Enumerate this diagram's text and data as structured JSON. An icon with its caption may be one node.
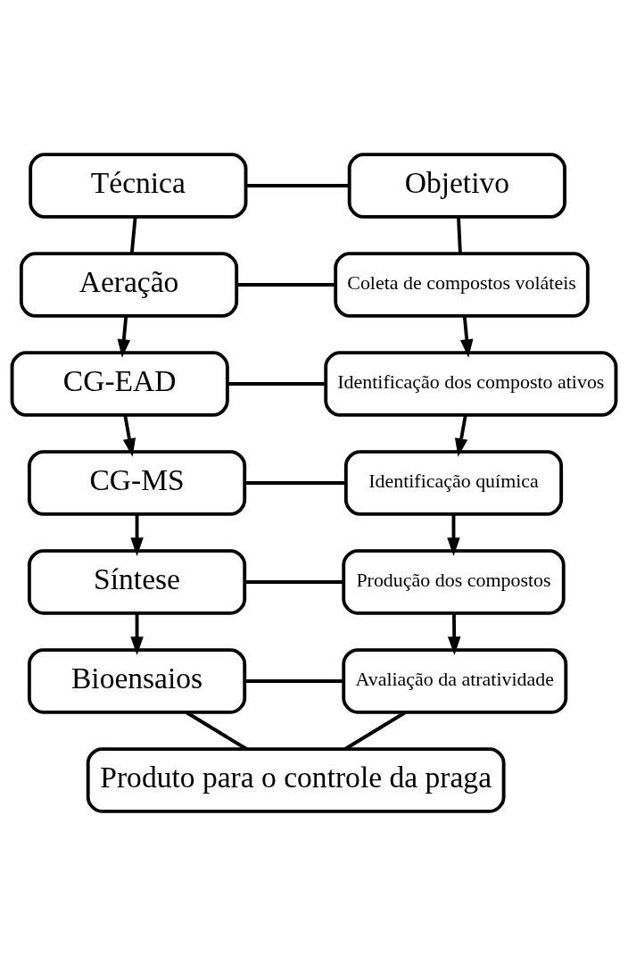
{
  "diagram": {
    "nodes": [
      {
        "text": [
          "Técnica"
        ]
      },
      {
        "text": [
          "Objetivo"
        ]
      },
      {
        "text": [
          "Aeração"
        ]
      },
      {
        "text": [
          "Coleta de compostos voláteis"
        ]
      },
      {
        "text": [
          "CG-EAD"
        ]
      },
      {
        "text": [
          "Identificação dos composto ativos"
        ]
      },
      {
        "text": [
          "CG-MS"
        ]
      },
      {
        "text": [
          "Identificação química"
        ]
      },
      {
        "text": [
          "Síntese"
        ]
      },
      {
        "text": [
          "Produção dos compostos"
        ]
      },
      {
        "text": [
          "Bioensaios"
        ]
      },
      {
        "text": [
          "Avaliação da atratividade"
        ]
      },
      {
        "text": [
          "Produto para o controle da praga"
        ]
      }
    ],
    "edges": [
      {
        "from": 0,
        "to": 1,
        "arrow": "none"
      },
      {
        "from": 0,
        "to": 2,
        "arrow": "none"
      },
      {
        "from": 1,
        "to": 3,
        "arrow": "none"
      },
      {
        "from": 2,
        "to": 3,
        "arrow": "none"
      },
      {
        "from": 2,
        "to": 4,
        "arrow": "to"
      },
      {
        "from": 3,
        "to": 5,
        "arrow": "to"
      },
      {
        "from": 4,
        "to": 5,
        "arrow": "none"
      },
      {
        "from": 4,
        "to": 6,
        "arrow": "to"
      },
      {
        "from": 5,
        "to": 7,
        "arrow": "to"
      },
      {
        "from": 6,
        "to": 7,
        "arrow": "none"
      },
      {
        "from": 6,
        "to": 8,
        "arrow": "to"
      },
      {
        "from": 7,
        "to": 9,
        "arrow": "to"
      },
      {
        "from": 8,
        "to": 9,
        "arrow": "none"
      },
      {
        "from": 8,
        "to": 10,
        "arrow": "to"
      },
      {
        "from": 9,
        "to": 11,
        "arrow": "to"
      },
      {
        "from": 10,
        "to": 11,
        "arrow": "none"
      },
      {
        "from": 10,
        "to": 12,
        "arrow": "none"
      },
      {
        "from": 11,
        "to": 12,
        "arrow": "none"
      }
    ]
  }
}
